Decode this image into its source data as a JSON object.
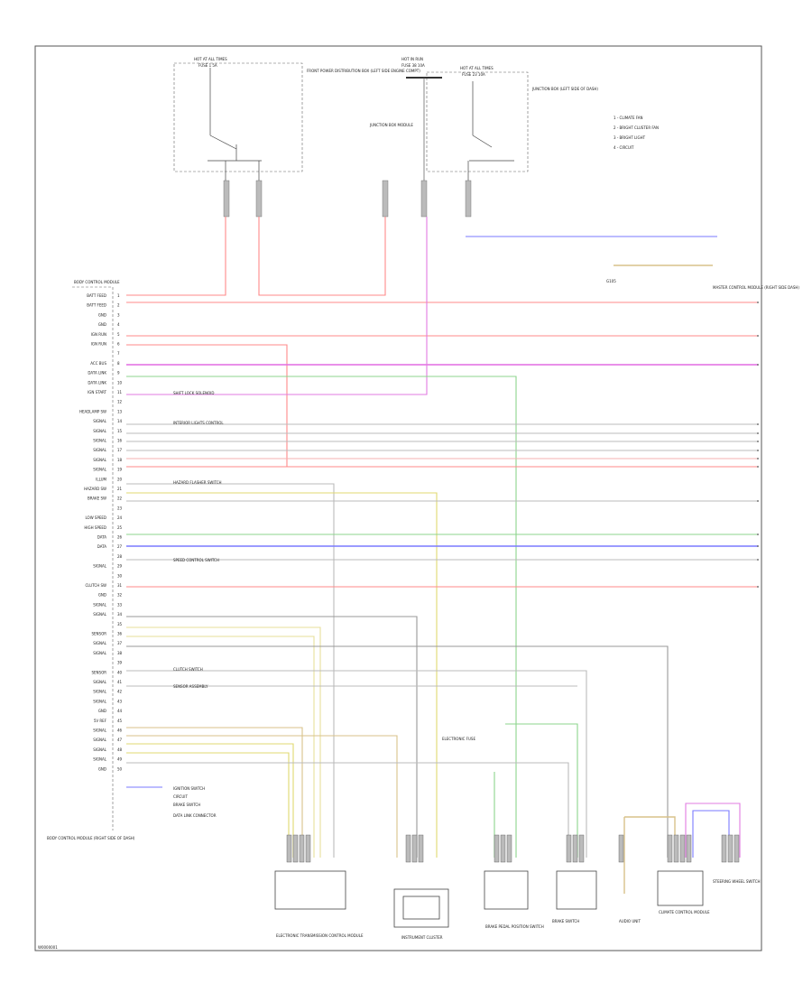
{
  "footer_code": "W0000001",
  "legend": [
    "1 - CLIMATE FAN",
    "2 - BRIGHT CLUSTER FAN",
    "3 - BRIGHT LIGHT",
    "4 - CIRCUIT"
  ],
  "top_labels": {
    "fuse_left": "HOT AT ALL TIMES",
    "fuse_left_sub": "FUSE 1 5A",
    "relay_left": "FRONT POWER DISTRIBUTION BOX (LEFT SIDE ENGINE COMPT)",
    "fuse_mid": "HOT IN RUN",
    "fuse_mid_sub": "FUSE 38 10A",
    "junction_mid": "JUNCTION BOX MODULE",
    "fuse_right": "HOT AT ALL TIMES",
    "fuse_right_sub": "FUSE 23 10A",
    "relay_right": "JUNCTION BOX (LEFT SIDE OF DASH)",
    "ground_label": "G105",
    "module_right": "MASTER CONTROL MODULE (RIGHT SIDE DASH)"
  },
  "left_block_title": "BODY CONTROL MODULE",
  "left_pins": [
    "BATT FEED",
    "BATT FEED",
    "GND",
    "GND",
    "IGN RUN",
    "IGN RUN",
    "",
    "ACC BUS",
    "DATA LINK",
    "DATA LINK",
    "IGN START",
    "",
    "HEADLAMP SW",
    "SIGNAL",
    "SIGNAL",
    "SIGNAL",
    "SIGNAL",
    "SIGNAL",
    "SIGNAL",
    "ILLUM",
    "HAZARD SW",
    "BRAKE SW",
    "",
    "LOW SPEED",
    "HIGH SPEED",
    "DATA",
    "DATA",
    "",
    "SIGNAL",
    "",
    "CLUTCH SW",
    "GND",
    "SIGNAL",
    "SIGNAL",
    "",
    "SENSOR",
    "SIGNAL",
    "SIGNAL",
    "",
    "SENSOR",
    "SIGNAL",
    "SIGNAL",
    "SIGNAL",
    "GND",
    "5V REF",
    "SIGNAL",
    "SIGNAL",
    "SIGNAL",
    "SIGNAL",
    "GND"
  ],
  "left_footer": [
    "BODY CONTROL MODULE (RIGHT SIDE OF DASH)"
  ],
  "callouts": [
    "SHIFT LOCK SOLENOID",
    "INTERIOR LIGHTS CONTROL",
    "HAZARD FLASHER SWITCH",
    "SPEED CONTROL SWITCH",
    "CLUTCH SWITCH",
    "SENSOR ASSEMBLY",
    "ELECTRONIC FUSE",
    "IGNITION SWITCH",
    "CIRCUIT",
    "BRAKE SWITCH",
    "DATA LINK CONNECTOR"
  ],
  "bottom_components": [
    {
      "name": "ELECTRONIC TRANSMISSION CONTROL MODULE"
    },
    {
      "name": "INSTRUMENT CLUSTER"
    },
    {
      "name": "BRAKE PEDAL POSITION SWITCH"
    },
    {
      "name": "BRAKE SWITCH"
    },
    {
      "name": "AUDIO UNIT"
    },
    {
      "name": "CLIMATE CONTROL MODULE"
    },
    {
      "name": "STEERING WHEEL SWITCH"
    }
  ]
}
